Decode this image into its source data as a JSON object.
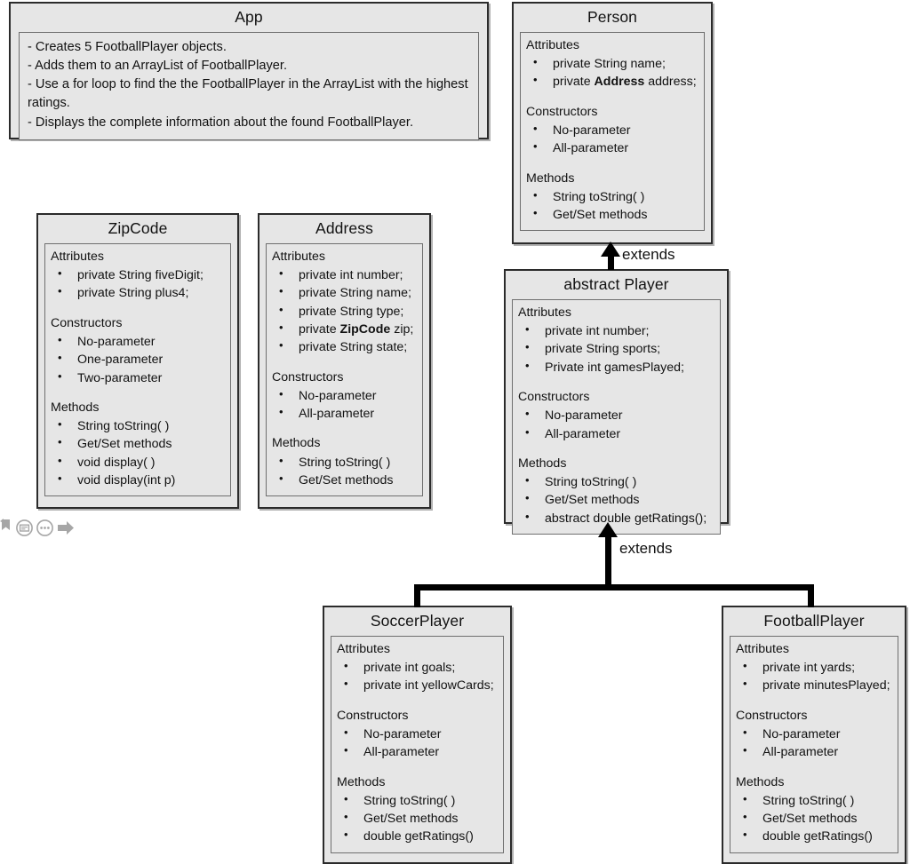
{
  "diagram": {
    "title": "UML Class Diagram",
    "colors": {
      "box_fill": "#e6e6e6",
      "box_border": "#2b2b2b",
      "inner_border": "#6f6f6f",
      "text": "#111111",
      "connector": "#000000",
      "canvas": "#ffffff"
    }
  },
  "classes": {
    "app": {
      "title": "App",
      "lines": [
        "- Creates 5 FootballPlayer objects.",
        "- Adds them to an ArrayList of FootballPlayer.",
        "- Use a for loop to find the the FootballPlayer in the ArrayList with the highest ratings.",
        "- Displays the complete information about the found FootballPlayer."
      ]
    },
    "person": {
      "title": "Person",
      "sections": [
        {
          "head": "Attributes",
          "items": [
            {
              "text": "private String name;"
            },
            {
              "pre": "private ",
              "bold": "Address",
              "post": " address;"
            }
          ]
        },
        {
          "head": "Constructors",
          "items": [
            {
              "text": "No-parameter"
            },
            {
              "text": "All-parameter"
            }
          ]
        },
        {
          "head": "Methods",
          "items": [
            {
              "text": "String toString( )"
            },
            {
              "text": "Get/Set methods"
            }
          ]
        }
      ]
    },
    "zipcode": {
      "title": "ZipCode",
      "sections": [
        {
          "head": "Attributes",
          "items": [
            {
              "text": "private String fiveDigit;"
            },
            {
              "text": "private String plus4;"
            }
          ]
        },
        {
          "head": "Constructors",
          "items": [
            {
              "text": "No-parameter"
            },
            {
              "text": "One-parameter"
            },
            {
              "text": "Two-parameter"
            }
          ]
        },
        {
          "head": "Methods",
          "items": [
            {
              "text": "String toString( )"
            },
            {
              "text": "Get/Set methods"
            },
            {
              "text": "void display( )"
            },
            {
              "text": "void display(int p)"
            }
          ]
        }
      ]
    },
    "address": {
      "title": "Address",
      "sections": [
        {
          "head": "Attributes",
          "items": [
            {
              "text": "private int number;"
            },
            {
              "text": "private String name;"
            },
            {
              "text": "private String type;"
            },
            {
              "pre": "private ",
              "bold": "ZipCode",
              "post": " zip;"
            },
            {
              "text": "private String state;"
            }
          ]
        },
        {
          "head": "Constructors",
          "items": [
            {
              "text": "No-parameter"
            },
            {
              "text": "All-parameter"
            }
          ]
        },
        {
          "head": "Methods",
          "items": [
            {
              "text": "String toString( )"
            },
            {
              "text": "Get/Set methods"
            }
          ]
        }
      ]
    },
    "player": {
      "title": "abstract Player",
      "sections": [
        {
          "head": "Attributes",
          "items": [
            {
              "text": "private int number;"
            },
            {
              "text": "private String sports;"
            },
            {
              "text": "Private int gamesPlayed;"
            }
          ]
        },
        {
          "head": "Constructors",
          "items": [
            {
              "text": "No-parameter"
            },
            {
              "text": "All-parameter"
            }
          ]
        },
        {
          "head": "Methods",
          "items": [
            {
              "text": "String toString( )"
            },
            {
              "text": "Get/Set methods"
            },
            {
              "text": "abstract double getRatings();"
            }
          ]
        }
      ]
    },
    "soccer": {
      "title": "SoccerPlayer",
      "sections": [
        {
          "head": "Attributes",
          "items": [
            {
              "text": "private int goals;"
            },
            {
              "text": "private int yellowCards;"
            }
          ]
        },
        {
          "head": "Constructors",
          "items": [
            {
              "text": "No-parameter"
            },
            {
              "text": "All-parameter"
            }
          ]
        },
        {
          "head": "Methods",
          "items": [
            {
              "text": "String toString( )"
            },
            {
              "text": "Get/Set methods"
            },
            {
              "text": "double getRatings()"
            }
          ]
        }
      ]
    },
    "football": {
      "title": "FootballPlayer",
      "sections": [
        {
          "head": "Attributes",
          "items": [
            {
              "text": "private int yards;"
            },
            {
              "text": "private minutesPlayed;"
            }
          ]
        },
        {
          "head": "Constructors",
          "items": [
            {
              "text": "No-parameter"
            },
            {
              "text": "All-parameter"
            }
          ]
        },
        {
          "head": "Methods",
          "items": [
            {
              "text": "String toString( )"
            },
            {
              "text": "Get/Set methods"
            },
            {
              "text": "double getRatings()"
            }
          ]
        }
      ]
    }
  },
  "edges": {
    "player_extends_person": "extends",
    "subclasses_extends_player": "extends"
  },
  "markers": [
    {
      "name": "tag-icon"
    },
    {
      "name": "note-icon"
    },
    {
      "name": "ellipsis-icon"
    },
    {
      "name": "arrow-right-icon"
    }
  ]
}
